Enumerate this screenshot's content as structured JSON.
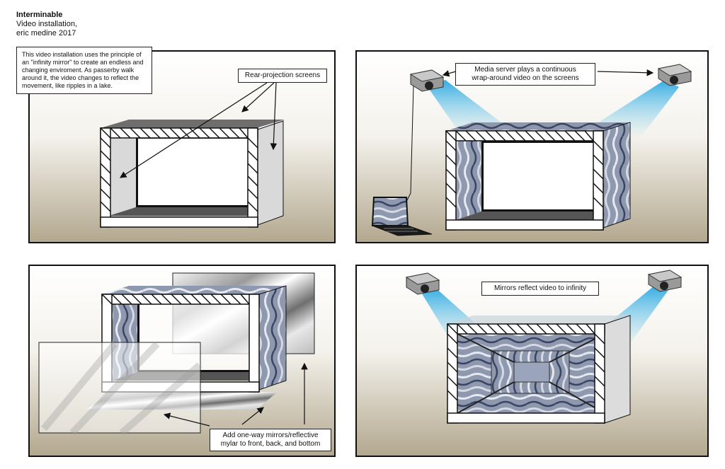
{
  "header": {
    "title": "Interminable",
    "line1": "Video installation,",
    "line2": "eric medine 2017"
  },
  "description": "This video installation uses the principle of an \"infinity mirror\" to create an endless and changing enviroment. As passerby walk around it, the video changes to reflect the movement, like ripples in a lake.",
  "panels": {
    "p1": {
      "callout": "Rear-projection screens"
    },
    "p2": {
      "callout_line1": "Media server plays a continuous",
      "callout_line2": "wrap-around video on the screens"
    },
    "p3": {
      "callout_line1": "Add one-way mirrors/reflective",
      "callout_line2": "mylar to front, back, and bottom"
    },
    "p4": {
      "callout": "Mirrors reflect video to infinity"
    }
  },
  "colors": {
    "floor": "#b3a88f",
    "beam": "#7fd0f0",
    "truss": "#ffffff",
    "screen_gray": "#d9d9d9",
    "water": "#8e99b0"
  },
  "icons": [
    "projector-icon",
    "laptop-icon",
    "truss-frame",
    "arrow-icon"
  ]
}
